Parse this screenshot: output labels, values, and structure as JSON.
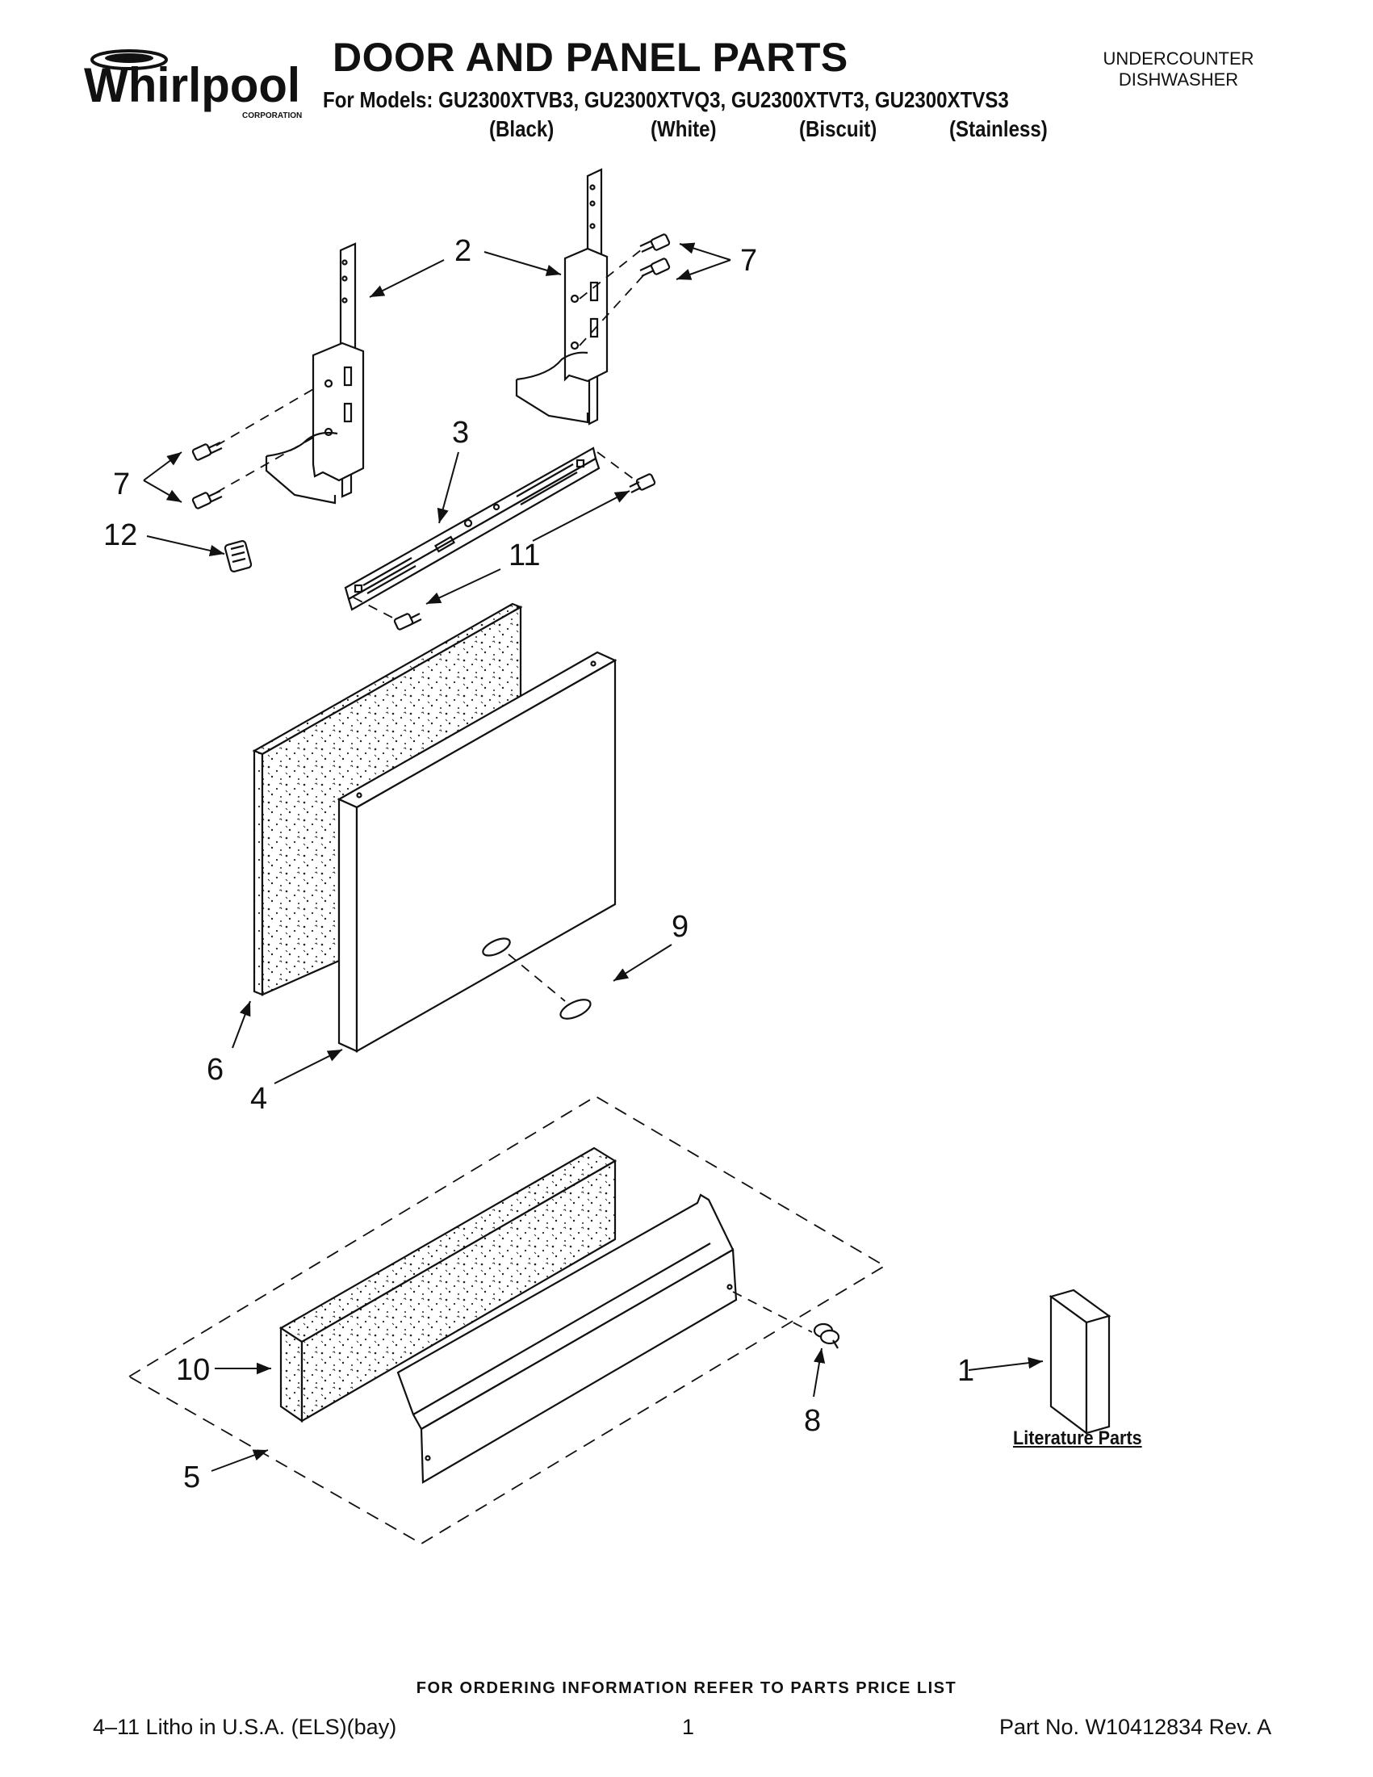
{
  "header": {
    "brand": "Whirlpool",
    "brand_sub": "CORPORATION",
    "title": "DOOR AND PANEL PARTS",
    "category_line1": "UNDERCOUNTER",
    "category_line2": "DISHWASHER",
    "models_line": "For Models: GU2300XTVB3, GU2300XTVQ3, GU2300XTVT3, GU2300XTVS3",
    "colors": [
      "(Black)",
      "(White)",
      "(Biscuit)",
      "(Stainless)"
    ]
  },
  "callouts": [
    "1",
    "2",
    "3",
    "4",
    "5",
    "6",
    "7",
    "7",
    "8",
    "9",
    "10",
    "11",
    "12"
  ],
  "literature_label": "Literature Parts",
  "footer": {
    "order_note": "FOR ORDERING INFORMATION REFER TO PARTS PRICE LIST",
    "litho": "4–11 Litho in U.S.A. (ELS)(bay)",
    "page": "1",
    "part_no": "Part No. W10412834 Rev. A"
  }
}
